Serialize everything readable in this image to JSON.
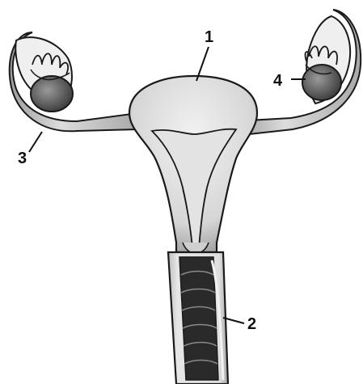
{
  "labels": {
    "one": "1",
    "two": "2",
    "three": "3",
    "four": "4"
  },
  "colors": {
    "outline": "#1a1a1a",
    "tissue": "#d9d9d9",
    "tissue_light": "#ebebeb",
    "shadow": "#7f7f7f",
    "dark": "#2a2a2a"
  },
  "icons": {
    "subject": "uterus-anatomy-illustration"
  }
}
